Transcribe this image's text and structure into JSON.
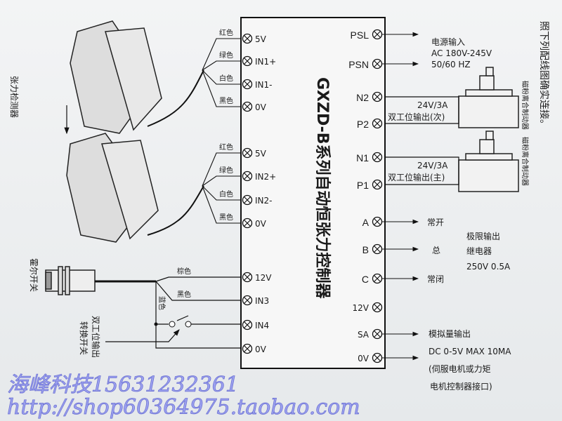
{
  "title": "GXZD-B系列自动恒张力控制器",
  "side_note": "照下列配线图确实连接。",
  "left_terminals": [
    {
      "label": "5V",
      "wire": "红色"
    },
    {
      "label": "IN1+",
      "wire": "绿色"
    },
    {
      "label": "IN1-",
      "wire": "白色"
    },
    {
      "label": "0V",
      "wire": "黑色"
    },
    {
      "label": "5V",
      "wire": "红色"
    },
    {
      "label": "IN2+",
      "wire": "绿色"
    },
    {
      "label": "IN2-",
      "wire": "白色"
    },
    {
      "label": "0V",
      "wire": "黑色"
    },
    {
      "label": "12V",
      "wire": "棕色"
    },
    {
      "label": "IN3",
      "wire": "黑色"
    },
    {
      "label": "IN4",
      "wire": ""
    },
    {
      "label": "0V",
      "wire": ""
    }
  ],
  "right_terminals": [
    "PSL",
    "PSN",
    "N2",
    "P2",
    "N1",
    "P1",
    "A",
    "B",
    "C",
    "12V",
    "SA",
    "0V"
  ],
  "tension_sensor_label": "张力检测器",
  "hall_switch_label": "霍尔开关",
  "blue_wire_label": "蓝色",
  "switch_label": [
    "双工位输出",
    "转换开关"
  ],
  "power": {
    "title": "电源输入",
    "voltage": "AC 180V-245V",
    "freq": "50/60 HZ"
  },
  "brake_output_2": {
    "rating": "24V/3A",
    "label": "双工位输出(次)"
  },
  "brake_output_1": {
    "rating": "24V/3A",
    "label": "双工位输出(主)"
  },
  "brake_label": "磁粉离合制动器",
  "relay": {
    "no": "常开",
    "com": "总",
    "nc": "常闭",
    "title": "极限输出",
    "type": "继电器",
    "rating": "250V  0.5A"
  },
  "analog": {
    "title": "模拟量输出",
    "spec": "DC 0-5V MAX 10MA",
    "note1": "(伺服电机或力矩",
    "note2": "电机控制器接口)"
  },
  "watermark": {
    "line1": "海峰科技15631232361",
    "line2": "http://shop60364975.taobao.com"
  }
}
